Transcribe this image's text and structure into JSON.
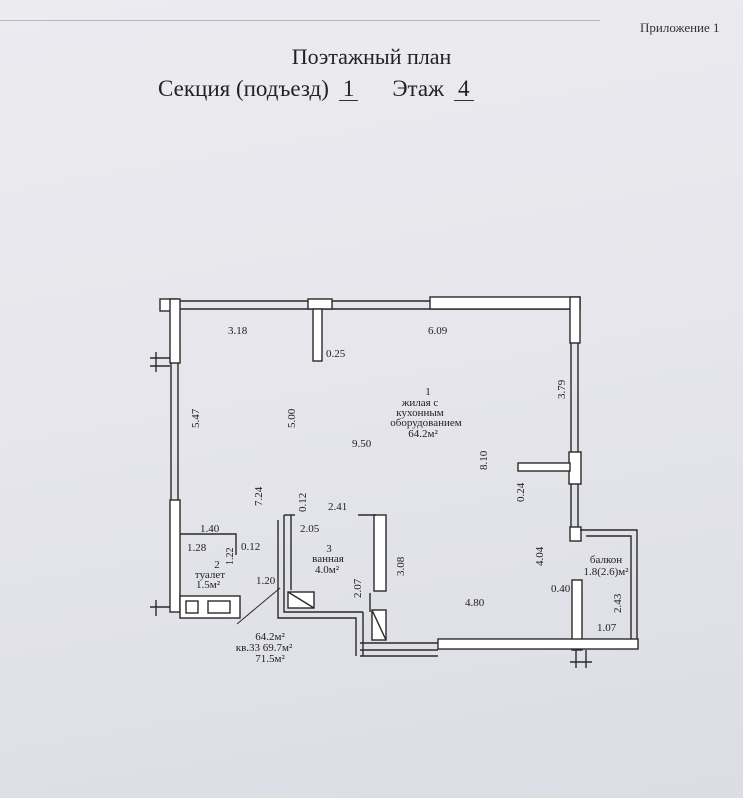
{
  "appendix_label": "Приложение 1",
  "title": "Поэтажный план",
  "subtitle": {
    "section_label": "Секция (подъезд)",
    "section_number": "1",
    "floor_label": "Этаж",
    "floor_number": "4"
  },
  "plan": {
    "dimensions": {
      "d318": "3.18",
      "d609": "6.09",
      "d025": "0.25",
      "d379": "3.79",
      "d547": "5.47",
      "d500": "5.00",
      "d950": "9.50",
      "d810": "8.10",
      "d024": "0.24",
      "d724": "7.24",
      "d012a": "0.12",
      "d241": "2.41",
      "d205": "2.05",
      "d140": "1.40",
      "d128": "1.28",
      "d012b": "0.12",
      "d122": "1.22",
      "d120": "1.20",
      "d308": "3.08",
      "d207": "2.07",
      "d404": "4.04",
      "d480": "4.80",
      "d040": "0.40",
      "d243": "2.43",
      "d107": "1.07"
    },
    "rooms": {
      "living": {
        "number": "1",
        "line1": "жилая с",
        "line2": "кухонным",
        "line3": "оборудованием",
        "area": "64.2м²"
      },
      "bathroom": {
        "number": "3",
        "name": "ванная",
        "area": "4.0м²"
      },
      "toilet": {
        "number": "2",
        "name": "туалет",
        "area": "1.5м²"
      },
      "balcony": {
        "name": "балкон",
        "area": "1.8(2.6)м²"
      }
    },
    "summary": {
      "line1": "64.2м²",
      "line2": "кв.33 69.7м²",
      "line3": "71.5м²"
    }
  }
}
